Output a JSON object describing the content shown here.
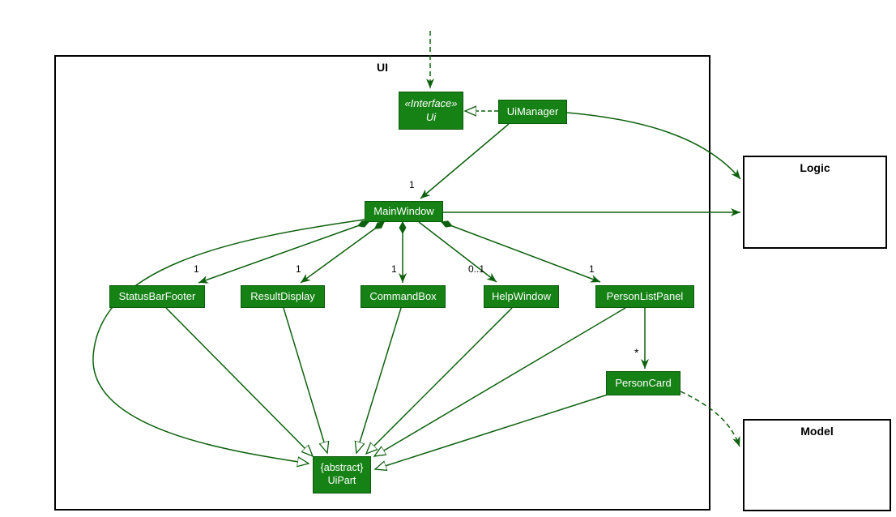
{
  "diagram": {
    "package": {
      "label": "UI"
    },
    "external": {
      "logic": {
        "label": "Logic"
      },
      "model": {
        "label": "Model"
      }
    },
    "classes": {
      "ui_interface": {
        "stereotype": "«Interface»",
        "name": "Ui"
      },
      "ui_manager": {
        "name": "UiManager"
      },
      "main_window": {
        "name": "MainWindow"
      },
      "status_bar_footer": {
        "name": "StatusBarFooter"
      },
      "result_display": {
        "name": "ResultDisplay"
      },
      "command_box": {
        "name": "CommandBox"
      },
      "help_window": {
        "name": "HelpWindow"
      },
      "person_list_panel": {
        "name": "PersonListPanel"
      },
      "person_card": {
        "name": "PersonCard"
      },
      "ui_part": {
        "modifier": "{abstract}",
        "name": "UiPart"
      }
    },
    "multiplicities": {
      "main_window": "1",
      "status_bar_footer": "1",
      "result_display": "1",
      "command_box": "1",
      "help_window": "0..1",
      "person_list_panel": "1",
      "person_card": "*"
    },
    "colors": {
      "class_fill": "#168216",
      "class_border": "#0b5c0b",
      "edge": "#0d600d",
      "frame_border": "#000000",
      "class_text": "#ffffff"
    }
  }
}
